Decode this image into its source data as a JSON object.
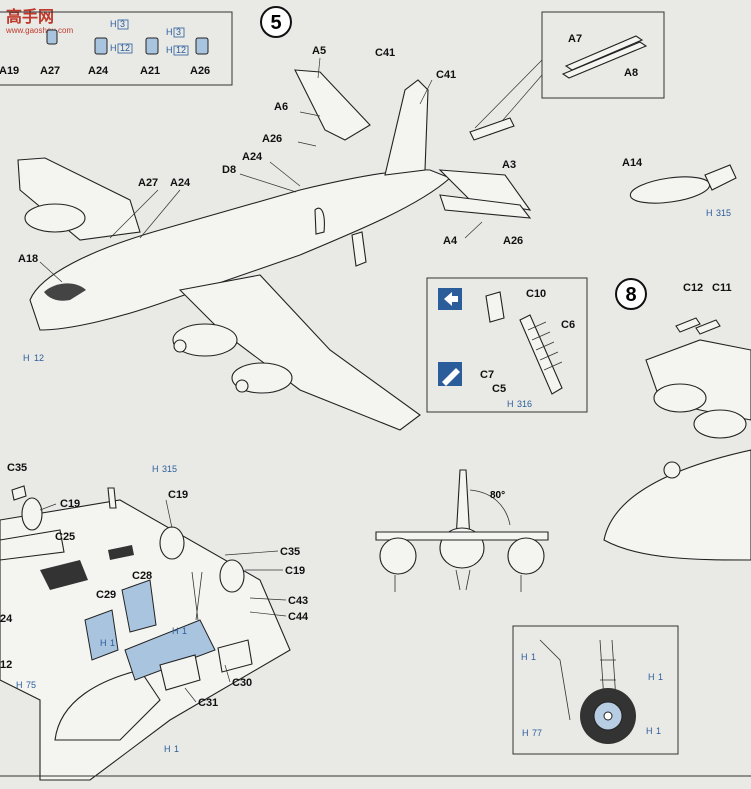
{
  "watermark": {
    "site_name": "高手网",
    "url": "www.gaoshou.com"
  },
  "steps": {
    "five": "5",
    "eight": "8"
  },
  "top_legend": {
    "labels": [
      "A19",
      "A27",
      "A24",
      "A21",
      "A26"
    ],
    "hcodes": [
      "H",
      "3",
      "H",
      "12",
      "H",
      "3",
      "H",
      "12"
    ]
  },
  "step5_labels": {
    "a5": "A5",
    "a6": "A6",
    "c41a": "C41",
    "c41b": "C41",
    "a7": "A7",
    "a8": "A8",
    "a26a": "A26",
    "a24a": "A24",
    "d8": "D8",
    "a3": "A3",
    "a14": "A14",
    "a27": "A27",
    "a24b": "A24",
    "a4": "A4",
    "a26b": "A26",
    "a18": "A18"
  },
  "h_codes": {
    "h315a": "315",
    "h12": "12",
    "h316": "316",
    "h315b": "315",
    "h1a": "1",
    "h12b": "12",
    "h75": "75",
    "h1b": "1",
    "h1c": "1",
    "h1d": "1",
    "h77": "77",
    "h1e": "1"
  },
  "detail_box": {
    "c10": "C10",
    "c6": "C6",
    "c7": "C7",
    "c5": "C5"
  },
  "step8_labels": {
    "c12": "C12",
    "c11": "C11"
  },
  "lower_labels": {
    "c35a": "C35",
    "c19a": "C19",
    "c19b": "C19",
    "c25": "C25",
    "c35b": "C35",
    "c19c": "C19",
    "c28": "C28",
    "c29": "C29",
    "c43": "C43",
    "c44": "C44",
    "c30": "C30",
    "c31": "C31",
    "n24": "24",
    "n12": "12"
  },
  "angle": "80°"
}
